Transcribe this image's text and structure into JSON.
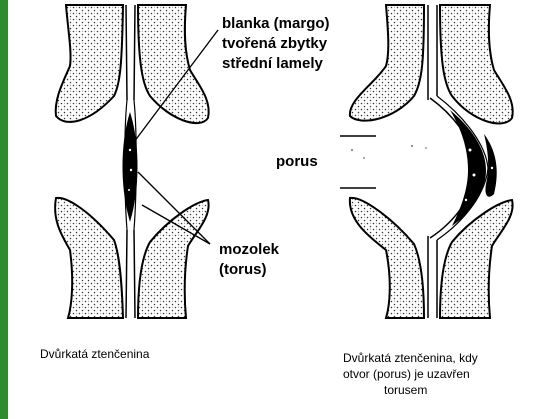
{
  "colors": {
    "accent_bar": "#2e8b2e",
    "ink": "#000000",
    "background": "#ffffff"
  },
  "labels": {
    "margo": [
      "blanka (margo)",
      "tvořená zbytky",
      "střední lamely"
    ],
    "porus": "porus",
    "torus": [
      "mozolek",
      "(torus)"
    ]
  },
  "captions": {
    "left": "Dvůrkatá ztenčenina",
    "right": [
      "Dvůrkatá ztenčenina, kdy",
      "otvor (porus) je uzavřen",
      "torusem"
    ]
  }
}
